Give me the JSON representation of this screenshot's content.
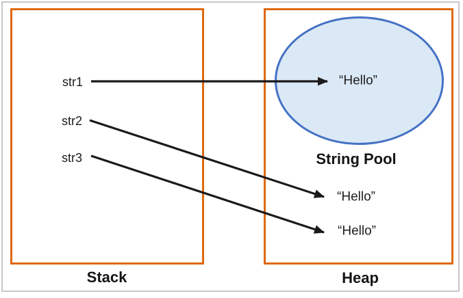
{
  "diagram": {
    "stack": {
      "label": "Stack",
      "variables": [
        {
          "name": "str1"
        },
        {
          "name": "str2"
        },
        {
          "name": "str3"
        }
      ]
    },
    "heap": {
      "label": "Heap",
      "string_pool": {
        "label": "String Pool",
        "value": "“Hello”"
      },
      "objects": [
        {
          "value": "“Hello”"
        },
        {
          "value": "“Hello”"
        }
      ]
    },
    "references": [
      {
        "from": "str1",
        "to": "string-pool-hello"
      },
      {
        "from": "str2",
        "to": "heap-hello-1"
      },
      {
        "from": "str3",
        "to": "heap-hello-2"
      }
    ],
    "colors": {
      "box_border": "#de690f",
      "pool_fill": "#dbe8f6",
      "pool_border": "#4472c4",
      "arrow": "#1a1a1a",
      "outer_frame": "#c7c7c7",
      "text": "#1c1c1c"
    }
  }
}
